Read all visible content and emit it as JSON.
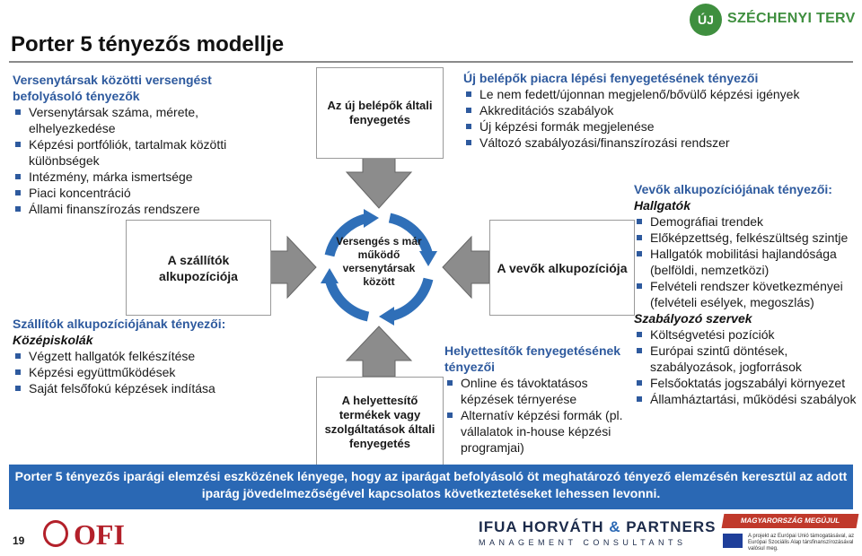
{
  "title": "Porter 5 tényezős modellje",
  "logo_szechenyi": {
    "badge": "ÚJ",
    "text": "SZÉCHENYI TERV"
  },
  "left_top": {
    "heading": "Versenytársak közötti versengést befolyásoló tényezők",
    "items": [
      "Versenytársak száma, mérete, elhelyezkedése",
      "Képzési portfóliók, tartalmak közötti különbségek",
      "Intézmény, márka ismertsége",
      "Piaci koncentráció",
      "Állami finanszírozás rendszere"
    ]
  },
  "left_bottom": {
    "heading": "Szállítók alkupozíciójának tényezői:",
    "subheading": "Középiskolák",
    "items": [
      "Végzett hallgatók felkészítése",
      "Képzési együttműködések",
      "Saját felsőfokú képzések indítása"
    ]
  },
  "boxes": {
    "suppliers": "A szállítók alkupozíciója",
    "new_entrants": "Az új belépők általi fenyegetés",
    "rivalry": "Versengés s már működő versenytársak között",
    "substitutes": "A helyettesítő termékek vagy szolgáltatások általi fenyegetés",
    "buyers": "A vevők alkupozíciója"
  },
  "right_top": {
    "heading": "Új belépők piacra lépési fenyegetésének tényezői",
    "items": [
      "Le nem fedett/újonnan megjelenő/bővülő képzési igények",
      "Akkreditációs szabályok",
      "Új képzési formák megjelenése",
      "Változó szabályozási/finanszírozási rendszer"
    ]
  },
  "buyers_panel": {
    "heading": "Vevők alkupozíciójának tényezői:",
    "sub1": "Hallgatók",
    "items1": [
      "Demográfiai trendek",
      "Előképzettség, felkészültség szintje",
      "Hallgatók mobilitási hajlandósága (belföldi, nemzetközi)",
      "Felvételi rendszer következményei (felvételi esélyek, megoszlás)"
    ],
    "sub2": "Szabályozó szervek",
    "items2": [
      "Költségvetési pozíciók",
      "Európai szintű döntések, szabályozások, jogforrások",
      "Felsőoktatás jogszabályi környezet",
      "Államháztartási, működési szabályok"
    ]
  },
  "substitutes_panel": {
    "heading": "Helyettesítők fenyegetésének tényezői",
    "items": [
      "Online és távoktatásos képzések térnyerése",
      "Alternatív képzési formák (pl. vállalatok in-house képzési programjai)"
    ]
  },
  "footer": "Porter 5 tényezős iparági elemzési eszközének lényege, hogy az iparágat befolyásoló öt meghatározó tényező elemzésén keresztül az adott iparág jövedelmezőségével kapcsolatos következtetéseket lehessen levonni.",
  "page_number": "19",
  "logo_ofi": "OFI",
  "logo_ifua": {
    "name_a": "IFUA HORVÁTH ",
    "amp": "&",
    "name_b": " PARTNERS",
    "sub": "MANAGEMENT CONSULTANTS"
  },
  "logo_hm": {
    "band": "MAGYARORSZÁG MEGÚJUL",
    "small": "A projekt az Európai Unió támogatásával, az Európai Szociális Alap társfinanszírozásával valósul meg."
  },
  "colors": {
    "accent_blue": "#2e5a9e",
    "footer_blue": "#2a68b4",
    "arrow_gray": "#8c8c8c",
    "cycle_blue": "#2f6fb8"
  }
}
